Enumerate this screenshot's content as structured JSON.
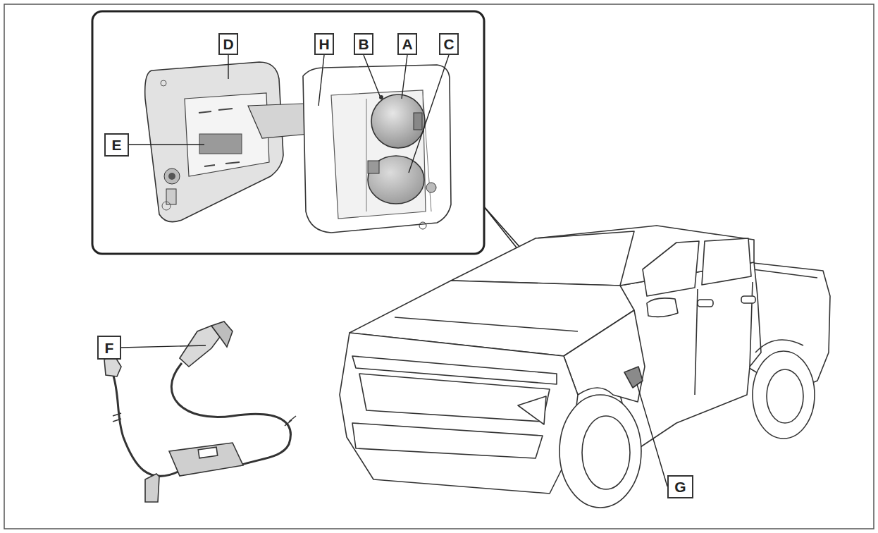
{
  "diagram": {
    "labels": [
      "D",
      "H",
      "B",
      "A",
      "C",
      "E",
      "F",
      "G"
    ]
  }
}
